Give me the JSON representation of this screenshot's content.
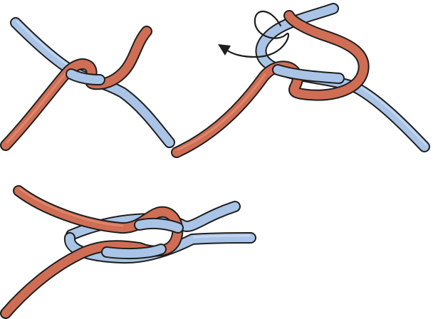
{
  "colors": {
    "background": "#ffffff",
    "blue_rope": "#a9c4e6",
    "blue_rope_highlight": "#d6e4f5",
    "red_rope": "#cf6e54",
    "red_rope_highlight": "#e89a82",
    "outline": "#1e1e1e"
  },
  "steps": [
    {
      "id": "step-1",
      "description_icon": "crossed-ropes-icon"
    },
    {
      "id": "step-2",
      "description_icon": "rope-loop-with-arrow-icon"
    },
    {
      "id": "step-3",
      "description_icon": "finished-knot-icon"
    }
  ],
  "icons": {
    "arrow": "curved-arrow-icon"
  }
}
